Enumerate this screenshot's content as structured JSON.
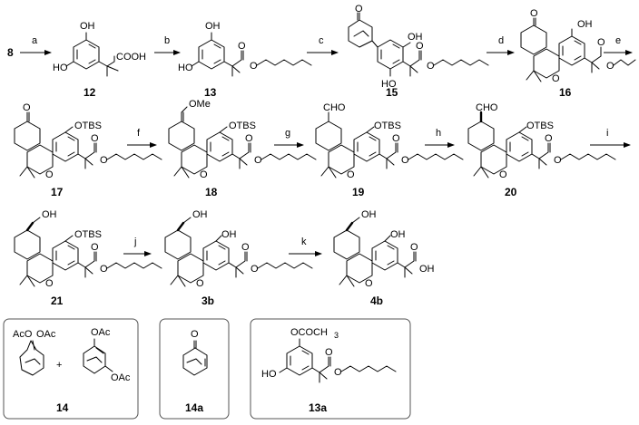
{
  "scheme": {
    "start_compound": "8",
    "steps": [
      "a",
      "b",
      "c",
      "d",
      "e",
      "f",
      "g",
      "h",
      "i",
      "j",
      "k"
    ],
    "compounds": {
      "c12": "12",
      "c13": "13",
      "c15": "15",
      "c16": "16",
      "c17": "17",
      "c18": "18",
      "c19": "19",
      "c20": "20",
      "c21": "21",
      "c3b": "3b",
      "c4b": "4b",
      "c14": "14",
      "c14a": "14a",
      "c13a": "13a"
    },
    "atoms": {
      "oh": "OH",
      "ho": "HO",
      "o": "O",
      "cooh": "COOH",
      "otbs": "OTBS",
      "ome": "OMe",
      "cho": "CHO",
      "aco": "AcO",
      "oac": "OAc",
      "ococh3": "OCOCH",
      "sub3": "3",
      "plus": "+"
    }
  }
}
